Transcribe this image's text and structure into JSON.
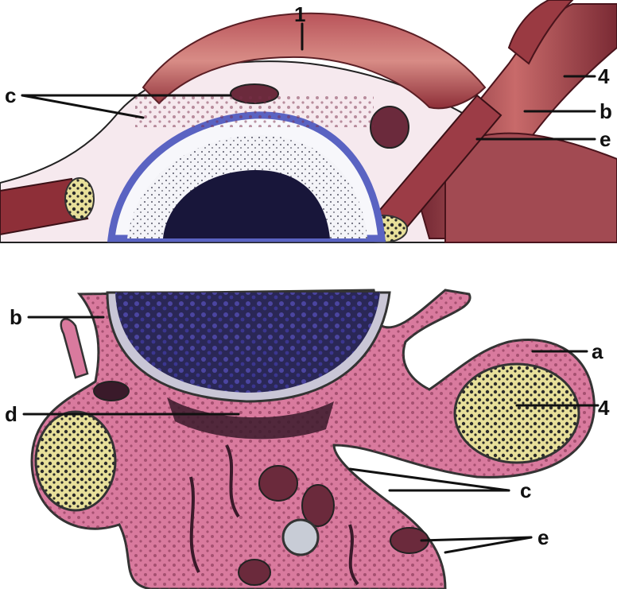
{
  "labels": {
    "top": {
      "one": "1",
      "four": "4",
      "b": "b",
      "c": "c",
      "e": "e"
    },
    "bottom": {
      "a": "a",
      "b": "b",
      "c": "c",
      "d": "d",
      "e": "e",
      "four": "4"
    }
  },
  "colors": {
    "muscle": "#a8434a",
    "cytoplasm": "#d97a9e",
    "nucleus": "#2a2756",
    "nucleus_purple": "#4b45a0",
    "membrane_blue": "#5a63c2",
    "axon_yellow": "#e8e09a",
    "mitochondria": "#6b2a3c",
    "nerve": "#8a2f3a",
    "background": "#ffffff"
  }
}
